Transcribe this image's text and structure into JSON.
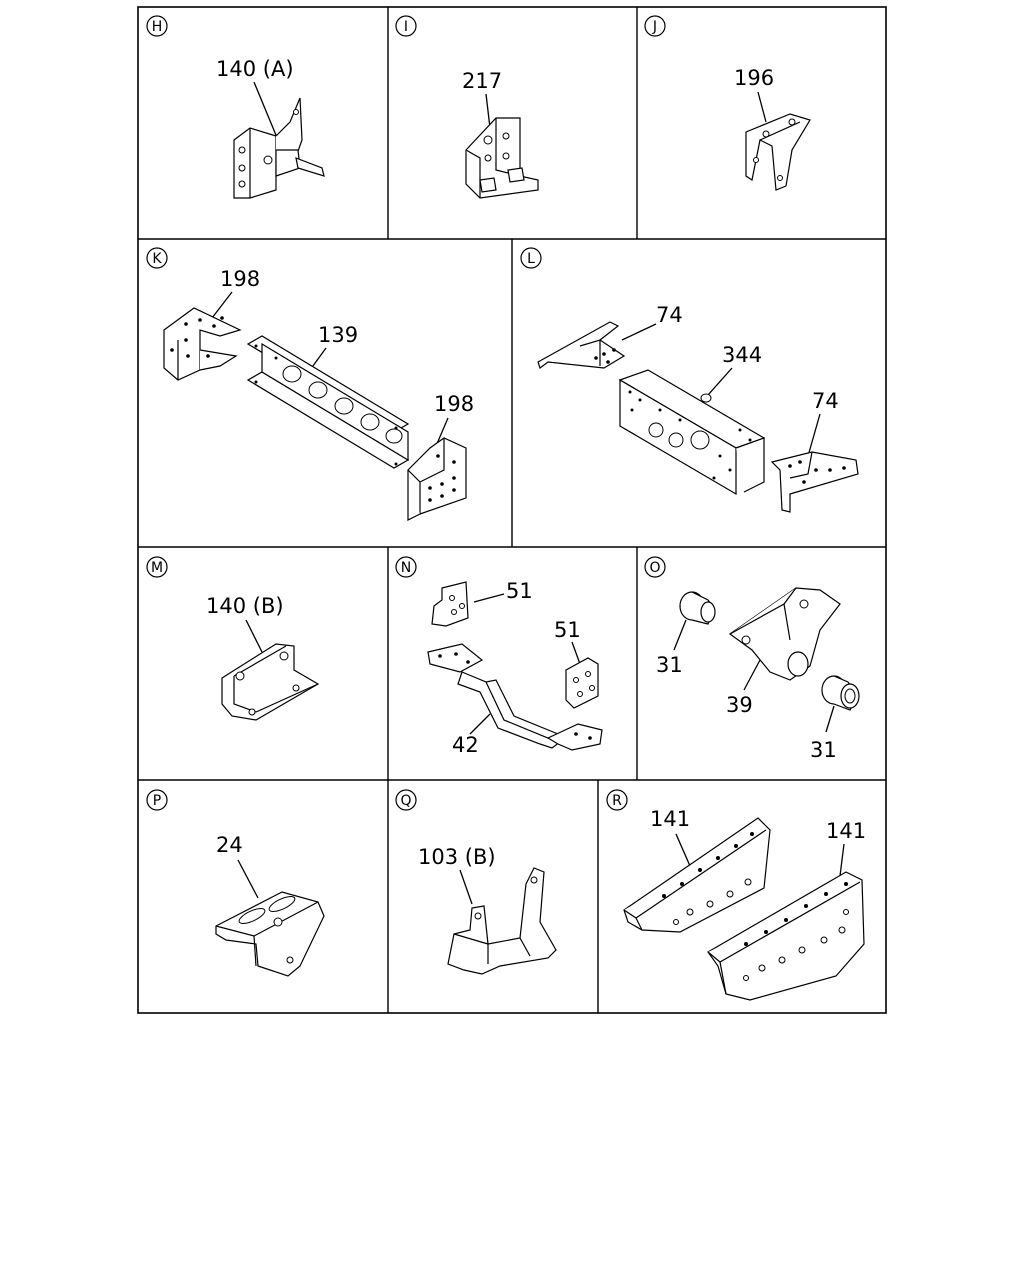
{
  "panels": [
    {
      "id": "H",
      "labels": [
        "140 (A)"
      ]
    },
    {
      "id": "I",
      "labels": [
        "217"
      ]
    },
    {
      "id": "J",
      "labels": [
        "196"
      ]
    },
    {
      "id": "K",
      "labels": [
        "198",
        "139",
        "198"
      ]
    },
    {
      "id": "L",
      "labels": [
        "74",
        "344",
        "74"
      ]
    },
    {
      "id": "M",
      "labels": [
        "140 (B)"
      ]
    },
    {
      "id": "N",
      "labels": [
        "51",
        "51",
        "42"
      ]
    },
    {
      "id": "O",
      "labels": [
        "31",
        "39",
        "31"
      ]
    },
    {
      "id": "P",
      "labels": [
        "24"
      ]
    },
    {
      "id": "Q",
      "labels": [
        "103 (B)"
      ]
    },
    {
      "id": "R",
      "labels": [
        "141",
        "141"
      ]
    }
  ]
}
